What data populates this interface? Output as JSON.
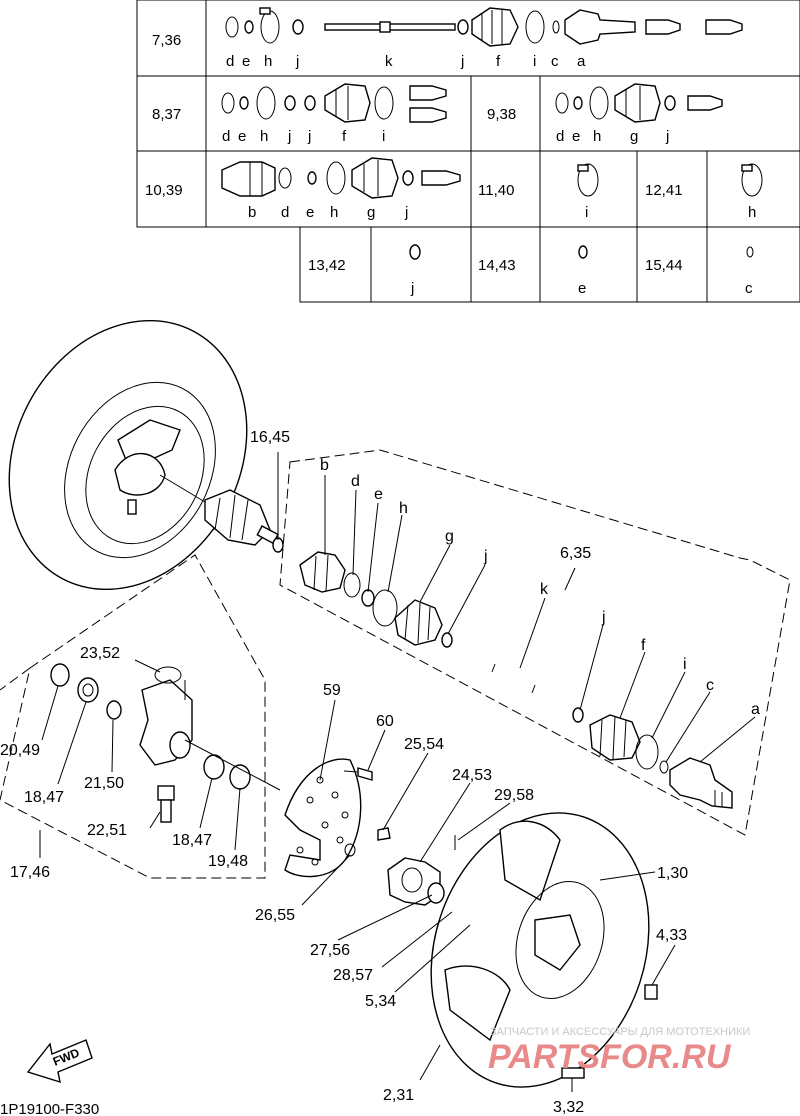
{
  "table": {
    "rows": [
      {
        "ref": "7,36",
        "letters": [
          "d",
          "e",
          "h",
          "j",
          "k",
          "j",
          "f",
          "i",
          "c",
          "a"
        ]
      },
      {
        "ref": "8,37",
        "letters": [
          "d",
          "e",
          "h",
          "j",
          "j",
          "f",
          "i"
        ]
      },
      {
        "ref": "9,38",
        "letters": [
          "d",
          "e",
          "h",
          "g",
          "j"
        ]
      },
      {
        "ref": "10,39",
        "letters": [
          "b",
          "d",
          "e",
          "h",
          "g",
          "j"
        ]
      },
      {
        "ref": "11,40",
        "letters": [
          "i"
        ]
      },
      {
        "ref": "12,41",
        "letters": [
          "h"
        ]
      },
      {
        "ref": "13,42",
        "letters": [
          "j"
        ]
      },
      {
        "ref": "14,43",
        "letters": [
          "e"
        ]
      },
      {
        "ref": "15,44",
        "letters": [
          "c"
        ]
      }
    ]
  },
  "callouts": {
    "c1645": "16,45",
    "c635": "6,35",
    "lb": "b",
    "ld": "d",
    "le": "e",
    "lh": "h",
    "lg": "g",
    "lj1": "j",
    "lk": "k",
    "lj2": "j",
    "lf": "f",
    "li": "i",
    "lc": "c",
    "la": "a",
    "c2352": "23,52",
    "c2049": "20,49",
    "c1847a": "18,47",
    "c2150": "21,50",
    "c2251": "22,51",
    "c1847b": "18,47",
    "c1948": "19,48",
    "c1746": "17,46",
    "c59": "59",
    "c60": "60",
    "c2554": "25,54",
    "c2453": "24,53",
    "c2958": "29,58",
    "c130": "1,30",
    "c433": "4,33",
    "c2655": "26,55",
    "c2756": "27,56",
    "c2857": "28,57",
    "c534": "5,34",
    "c231": "2,31",
    "c332": "3,32"
  },
  "fwd_label": "FWD",
  "drawing_code": "1P19100-F330",
  "watermark": {
    "line1": "ЗАПЧАСТИ И АКСЕССУАРЫ ДЛЯ МОТОТЕХНИКИ",
    "line2": "PARTSFOR.RU",
    "color": "#e98a8a"
  }
}
